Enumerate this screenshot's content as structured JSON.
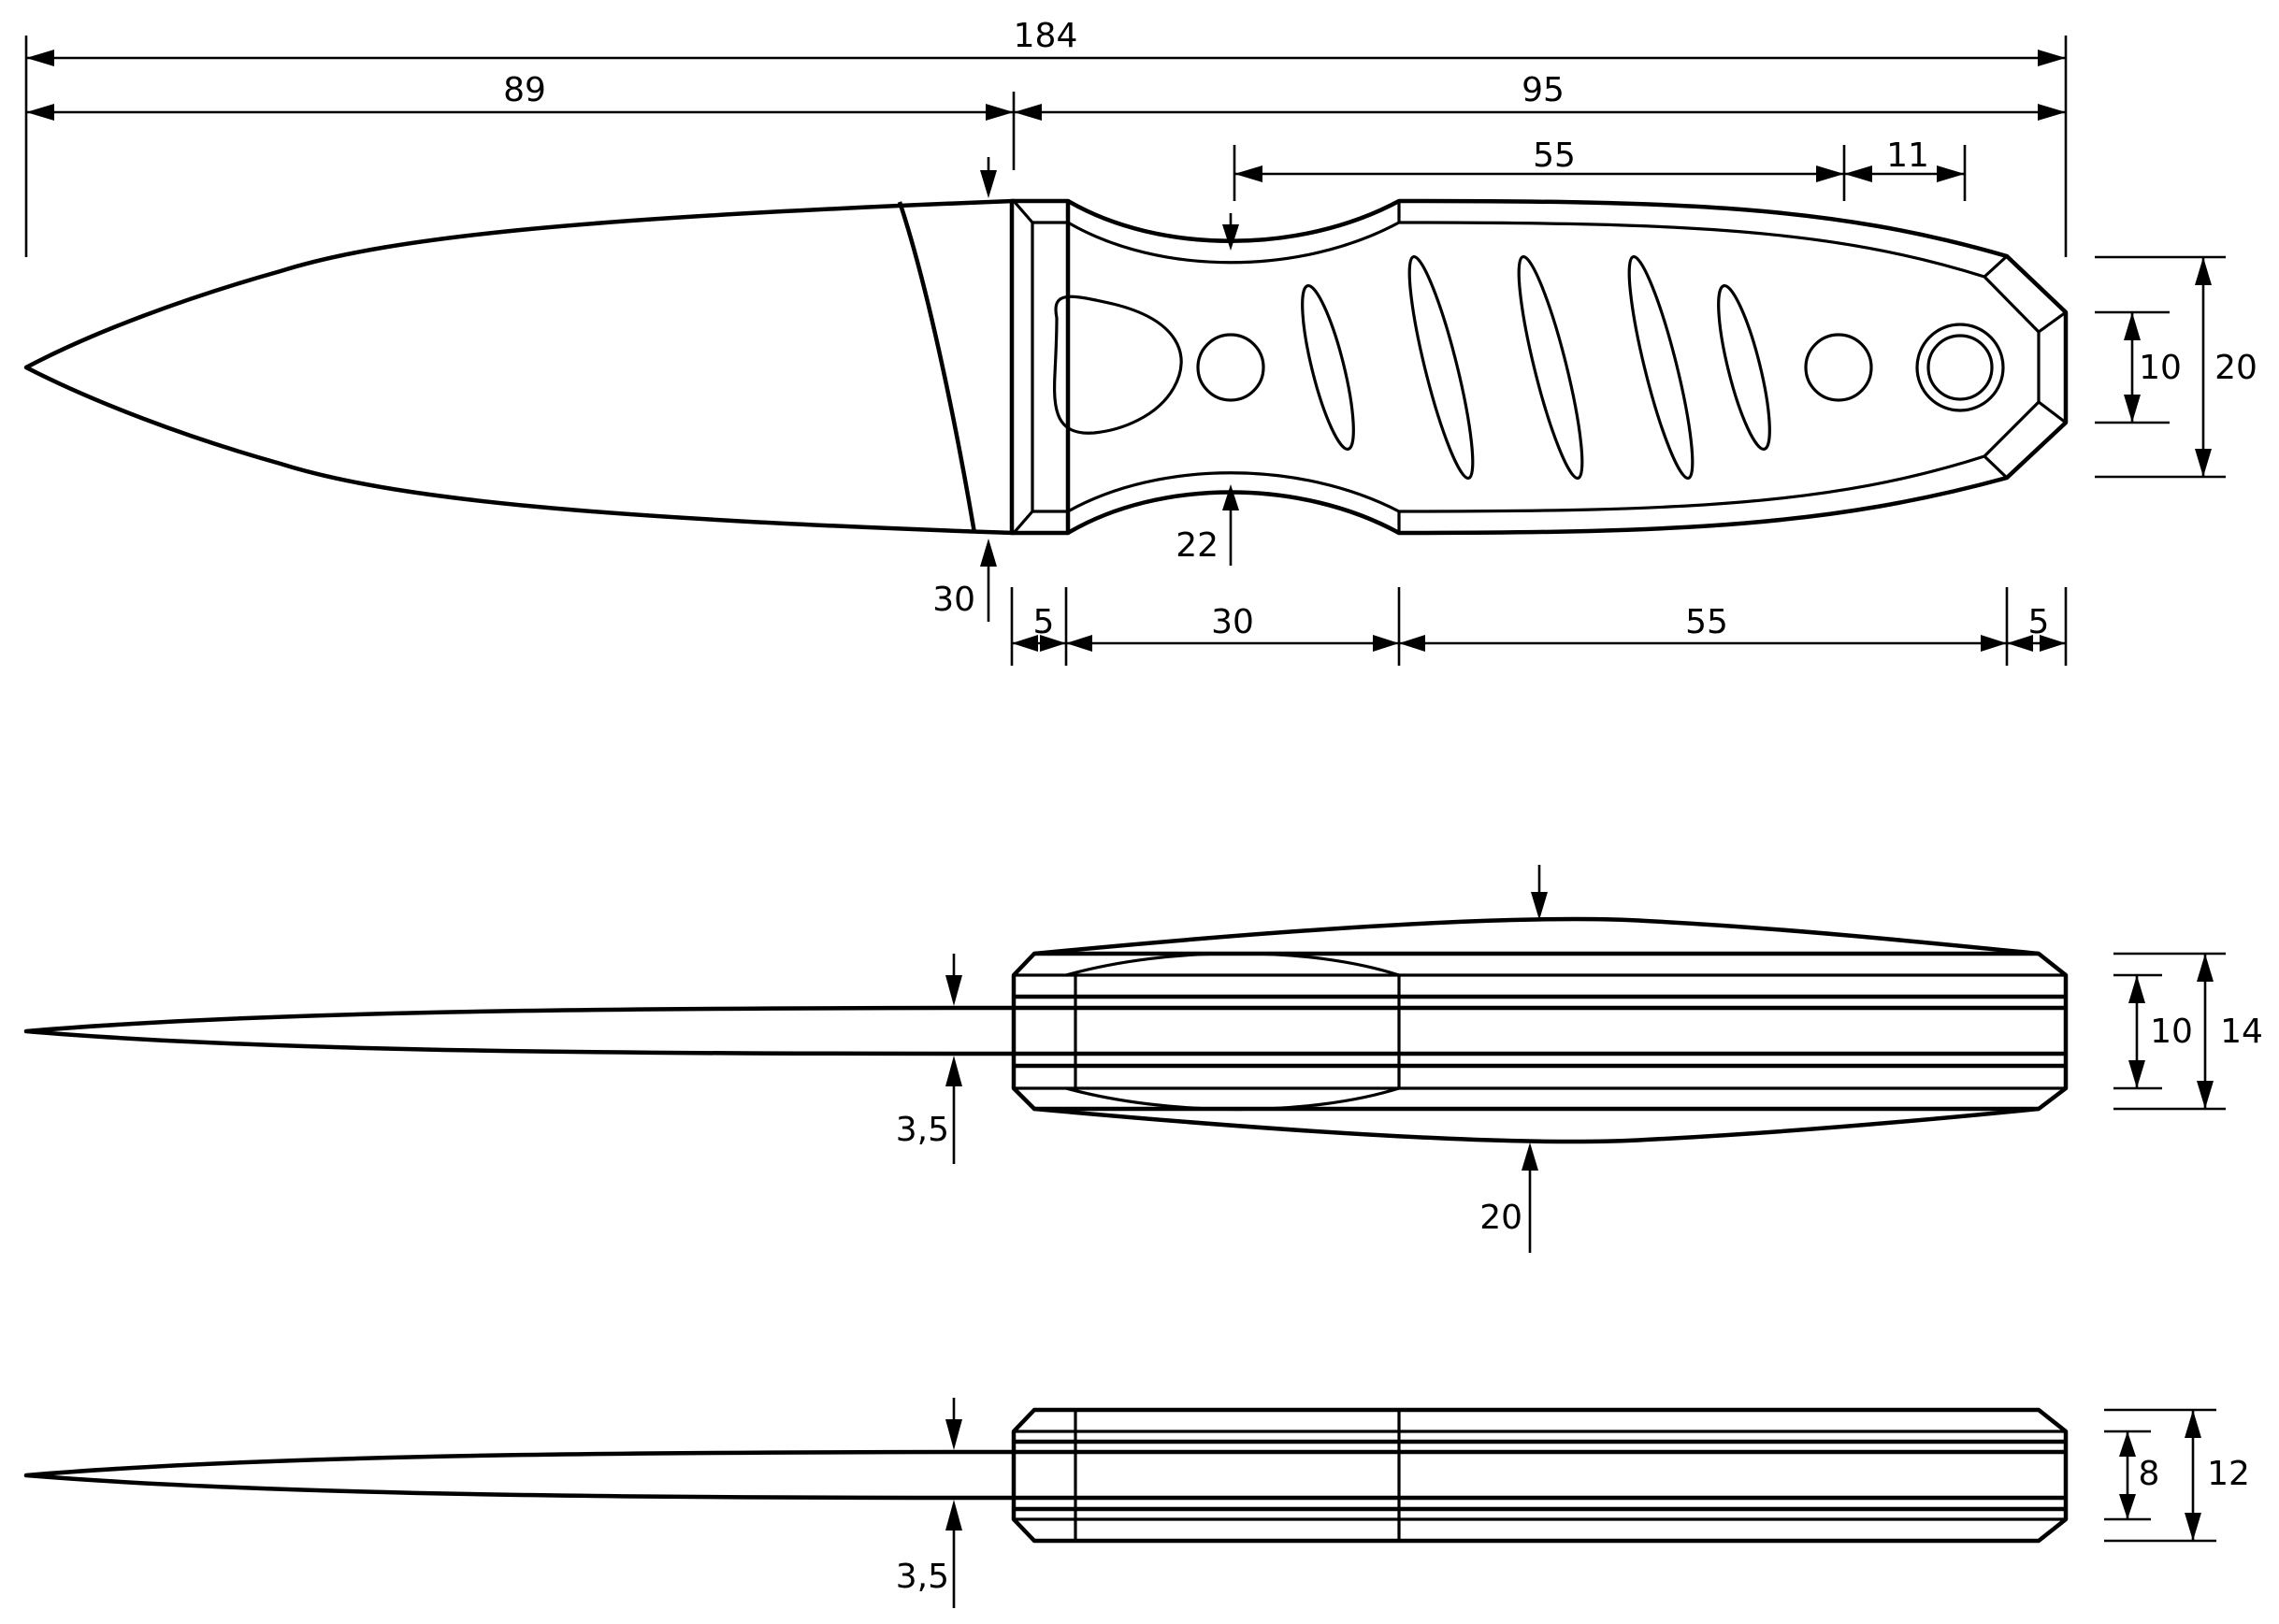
{
  "dimensions": {
    "top_view": {
      "overall_length": "184",
      "blade_length": "89",
      "handle_length": "95",
      "hole_spacing": "55",
      "end_hole_offset": "11",
      "total_width": "20",
      "end_width": "10",
      "blade_width": "30",
      "waist_width": "22",
      "guard_length": "5",
      "grip_front_length": "30",
      "grip_rear_length": "55",
      "end_cap_length": "5"
    },
    "side_view": {
      "blade_thickness": "3,5",
      "handle_max_thickness": "20",
      "inner_thickness": "10",
      "outer_thickness": "14"
    },
    "bottom_view": {
      "blade_thickness": "3,5",
      "inner_thickness": "8",
      "outer_thickness": "12"
    }
  }
}
